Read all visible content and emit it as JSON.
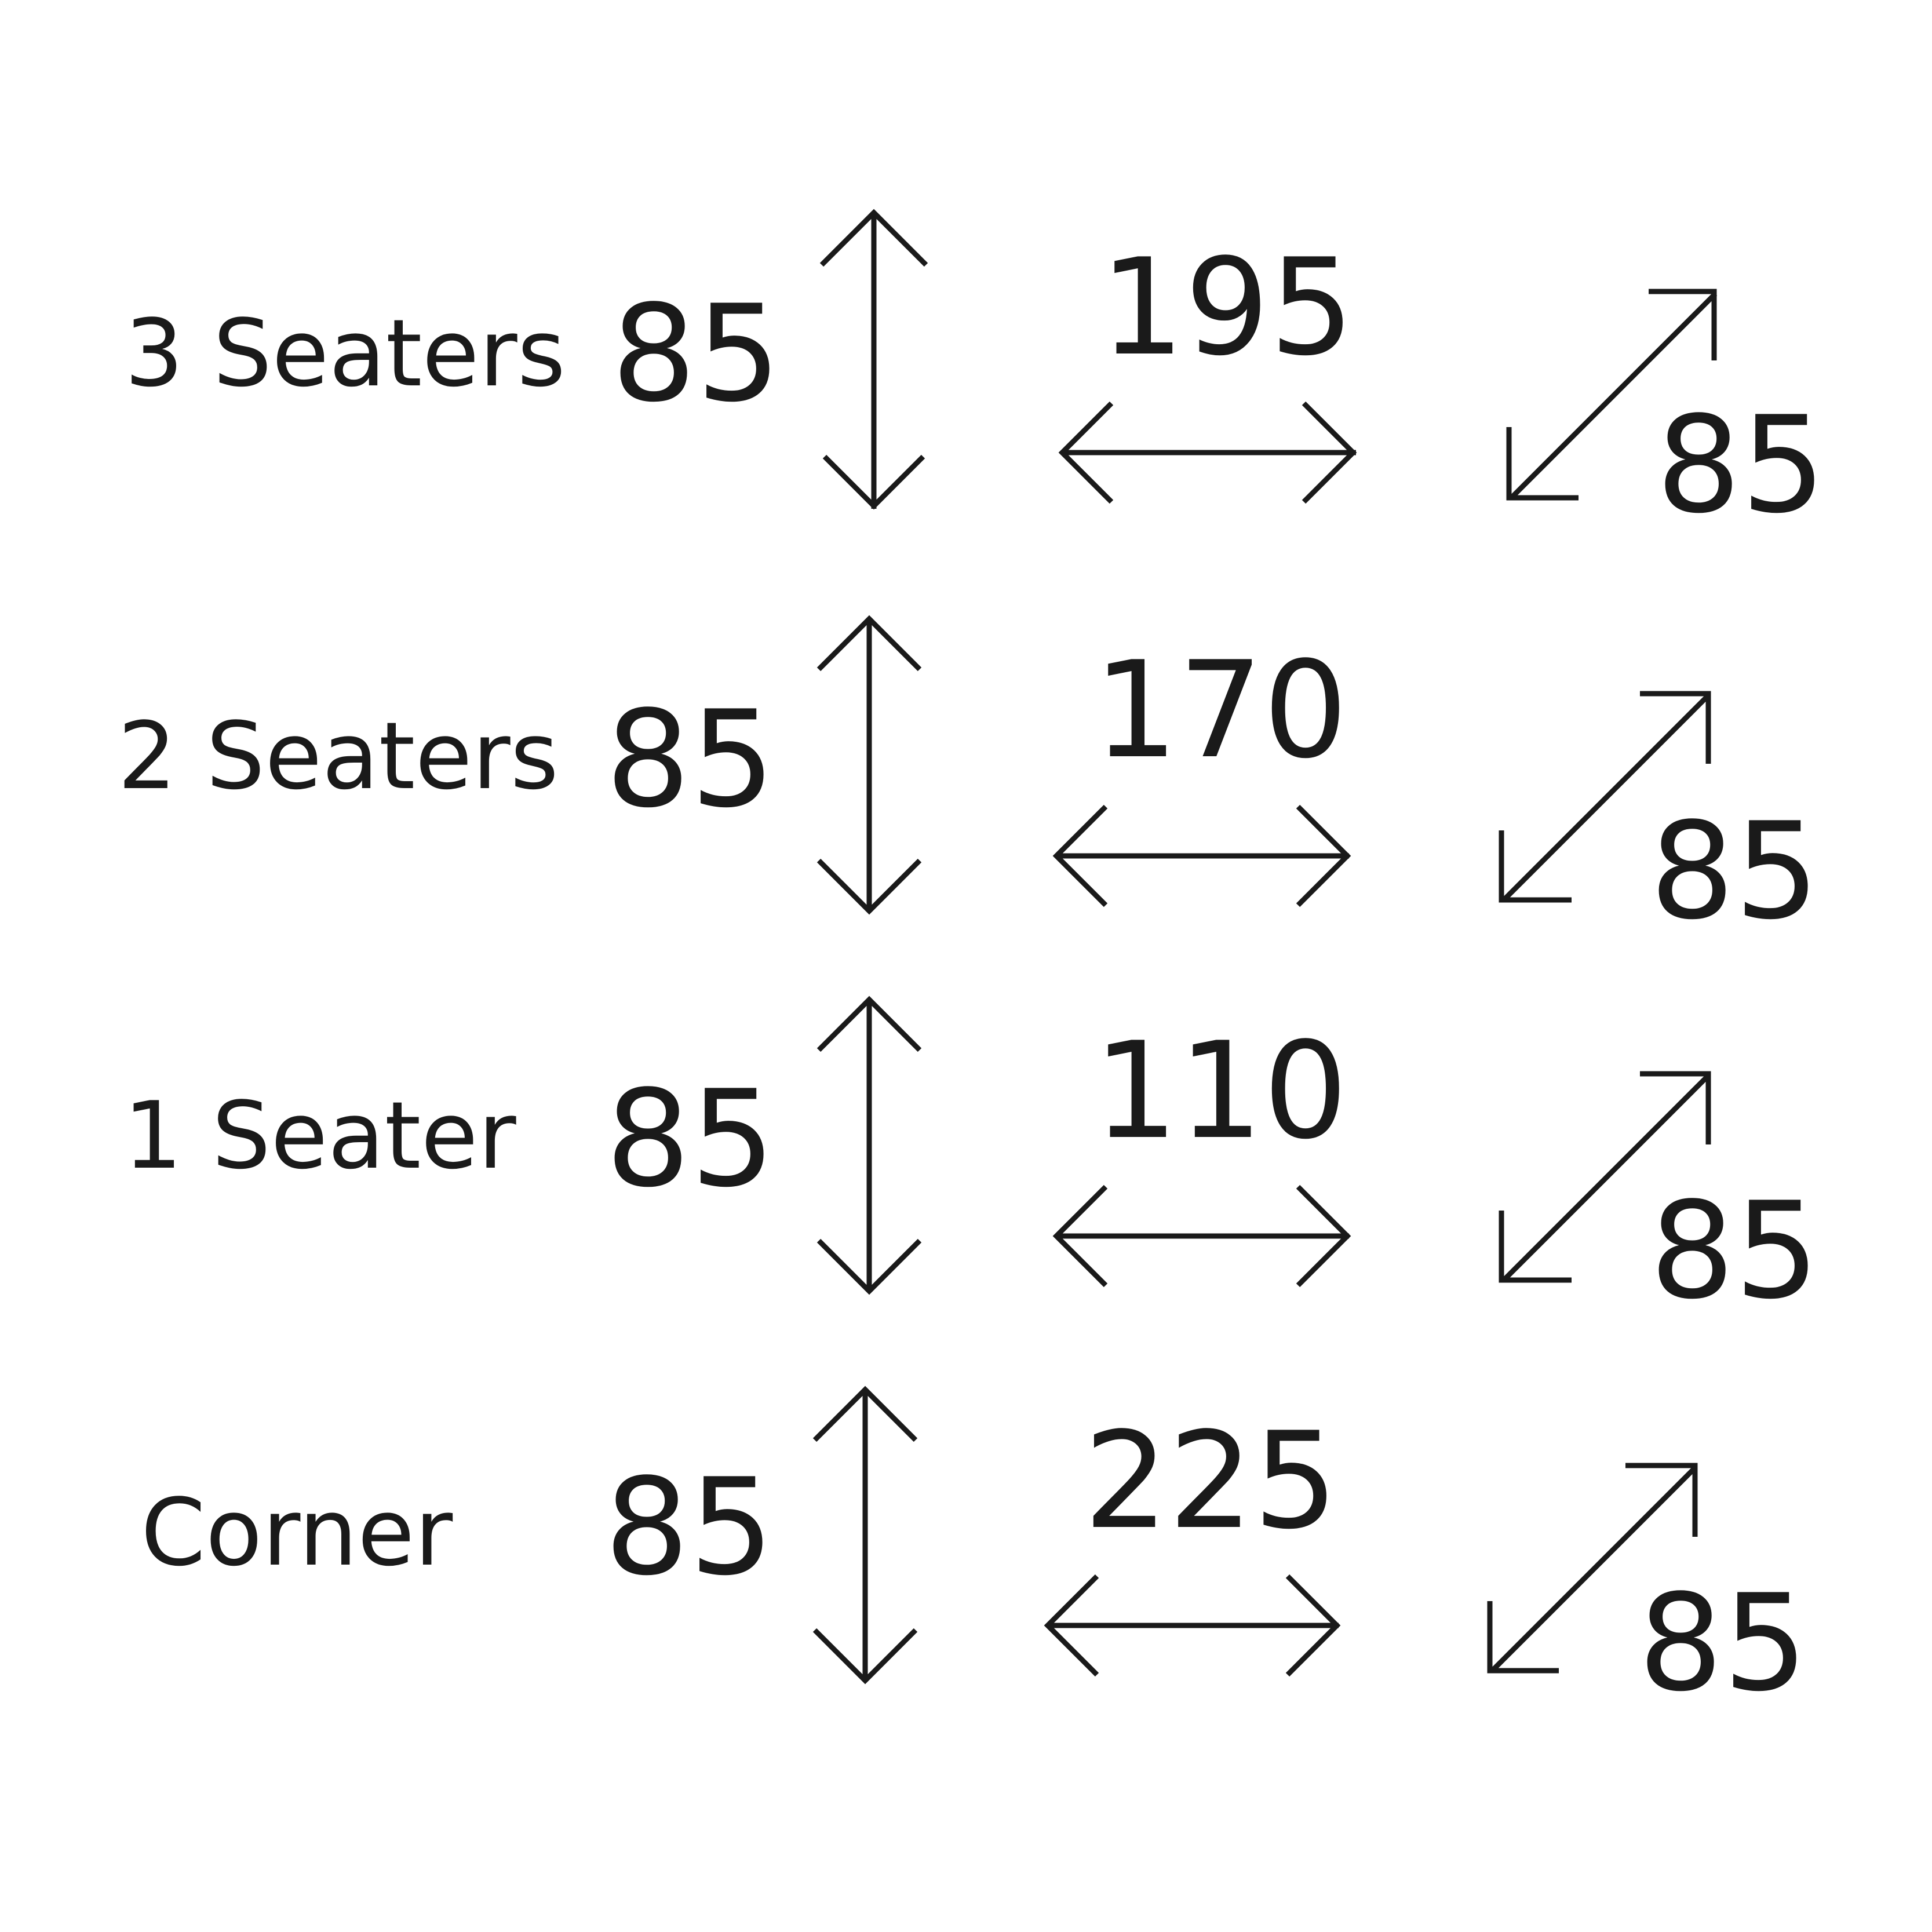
{
  "rows": [
    {
      "name": "3 Seaters",
      "height": "85",
      "width": "195",
      "depth": "85"
    },
    {
      "name": "2 Seaters",
      "height": "85",
      "width": "170",
      "depth": "85"
    },
    {
      "name": "1 Seater",
      "height": "85",
      "width": "110",
      "depth": "85"
    },
    {
      "name": "Corner",
      "height": "85",
      "width": "225",
      "depth": "85"
    }
  ],
  "icons": {
    "height": "vertical-double-arrow-icon",
    "width": "horizontal-double-arrow-icon",
    "depth": "diagonal-double-arrow-icon"
  },
  "colors": {
    "ink": "#1a1a1a",
    "background": "#ffffff"
  }
}
